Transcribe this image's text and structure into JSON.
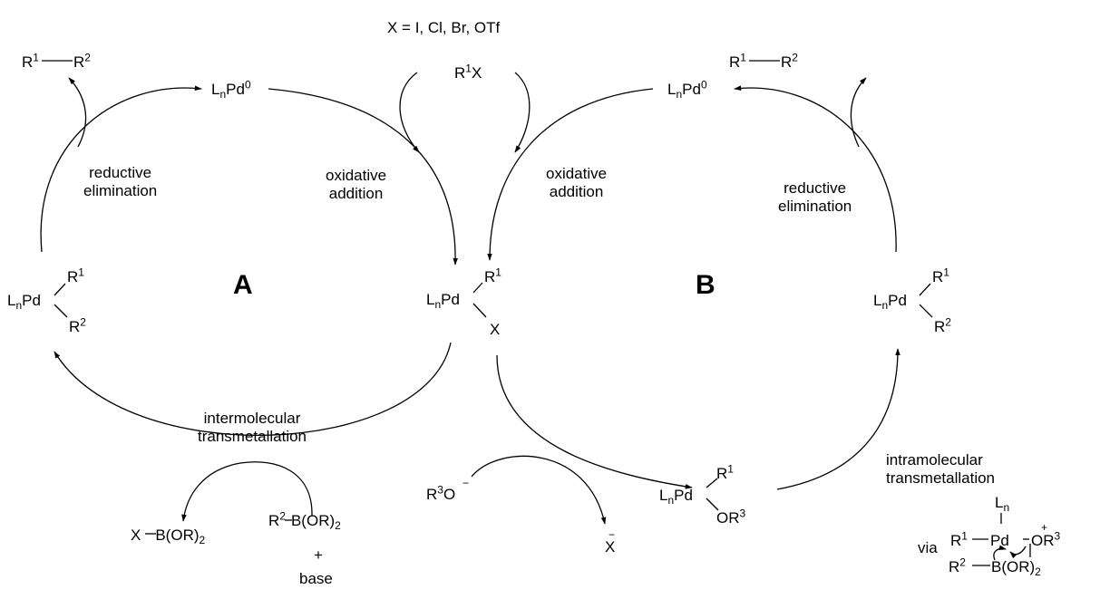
{
  "header": {
    "x_definition": "X = I, Cl, Br, OTf"
  },
  "cycle_a": {
    "letter": "A",
    "product": {
      "r1": "R",
      "r1_sup": "1",
      "r2": "R",
      "r2_sup": "2"
    },
    "pd0": {
      "l": "L",
      "l_sub": "n",
      "pd": "Pd",
      "pd_sup": "0"
    },
    "reductive_elimination": "reductive\nelimination",
    "oxidative_addition": "oxidative\naddition",
    "complex": {
      "l": "L",
      "l_sub": "n",
      "pd": "Pd",
      "r1": "R",
      "r1_sup": "1",
      "r2": "R",
      "r2_sup": "2"
    },
    "transmetallation": "intermolecular\ntransmetallation",
    "byproduct": {
      "x": "X",
      "b": "B(OR)",
      "b_sub": "2"
    },
    "reagent": {
      "r": "R",
      "r_sup": "2",
      "b": "B(OR)",
      "b_sub": "2"
    },
    "plus": "+",
    "base": "base"
  },
  "center": {
    "r1x": {
      "r": "R",
      "r_sup": "1",
      "x": "X"
    },
    "complex": {
      "l": "L",
      "l_sub": "n",
      "pd": "Pd",
      "r1": "R",
      "r1_sup": "1",
      "x": "X"
    }
  },
  "cycle_b": {
    "letter": "B",
    "product": {
      "r1": "R",
      "r1_sup": "1",
      "r2": "R",
      "r2_sup": "2"
    },
    "pd0": {
      "l": "L",
      "l_sub": "n",
      "pd": "Pd",
      "pd_sup": "0"
    },
    "oxidative_addition": "oxidative\naddition",
    "reductive_elimination": "reductive\nelimination",
    "complex": {
      "l": "L",
      "l_sub": "n",
      "pd": "Pd",
      "r1": "R",
      "r1_sup": "1",
      "r2": "R",
      "r2_sup": "2"
    },
    "alkoxide": {
      "r": "R",
      "r_sup": "3",
      "o": "O",
      "charge": "−"
    },
    "halide": {
      "x": "X",
      "charge": "−"
    },
    "alkoxo_complex": {
      "l": "L",
      "l_sub": "n",
      "pd": "Pd",
      "r1": "R",
      "r1_sup": "1",
      "or": "OR",
      "or_sup": "3"
    },
    "transmetallation": "intramolecular\ntransmetallation",
    "via": "via",
    "ts": {
      "ln": "L",
      "ln_sub": "n",
      "r1": "R",
      "r1_sup": "1",
      "pd": "Pd",
      "or": "OR",
      "or_sup": "3",
      "charge": "+",
      "r2": "R",
      "r2_sup": "2",
      "b": "B(OR)",
      "b_sub": "2"
    }
  }
}
